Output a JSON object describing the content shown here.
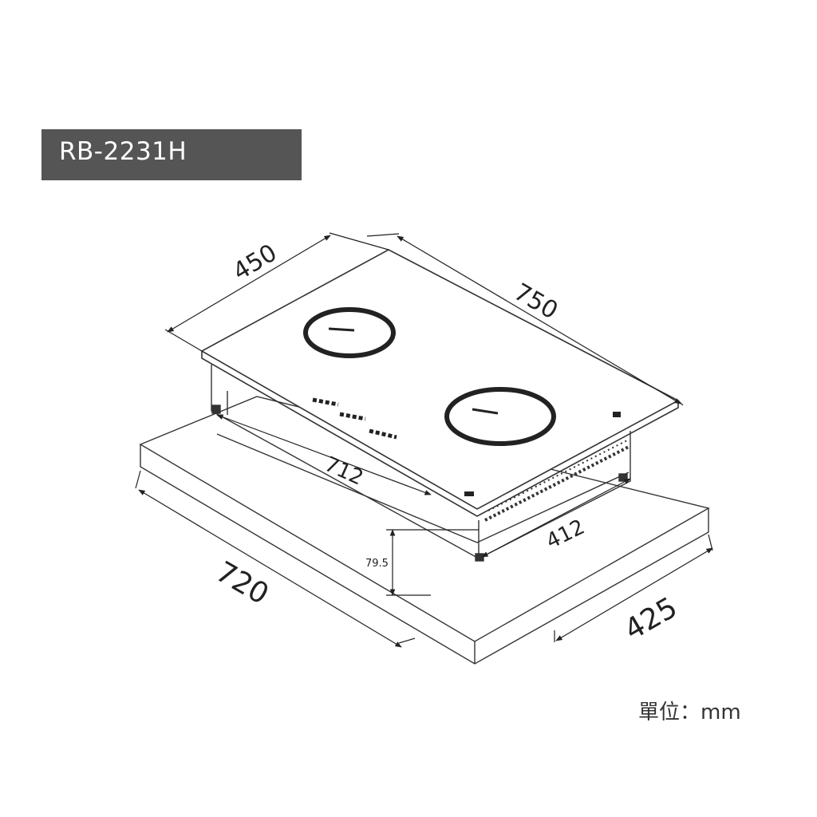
{
  "model": "RB-2231H",
  "dimensions": {
    "top_width": "450",
    "top_length": "750",
    "cutout_length": "712",
    "cutout_width": "412",
    "depth": "79.5",
    "counter_length": "720",
    "counter_width": "425"
  },
  "unit_label": "單位：mm"
}
